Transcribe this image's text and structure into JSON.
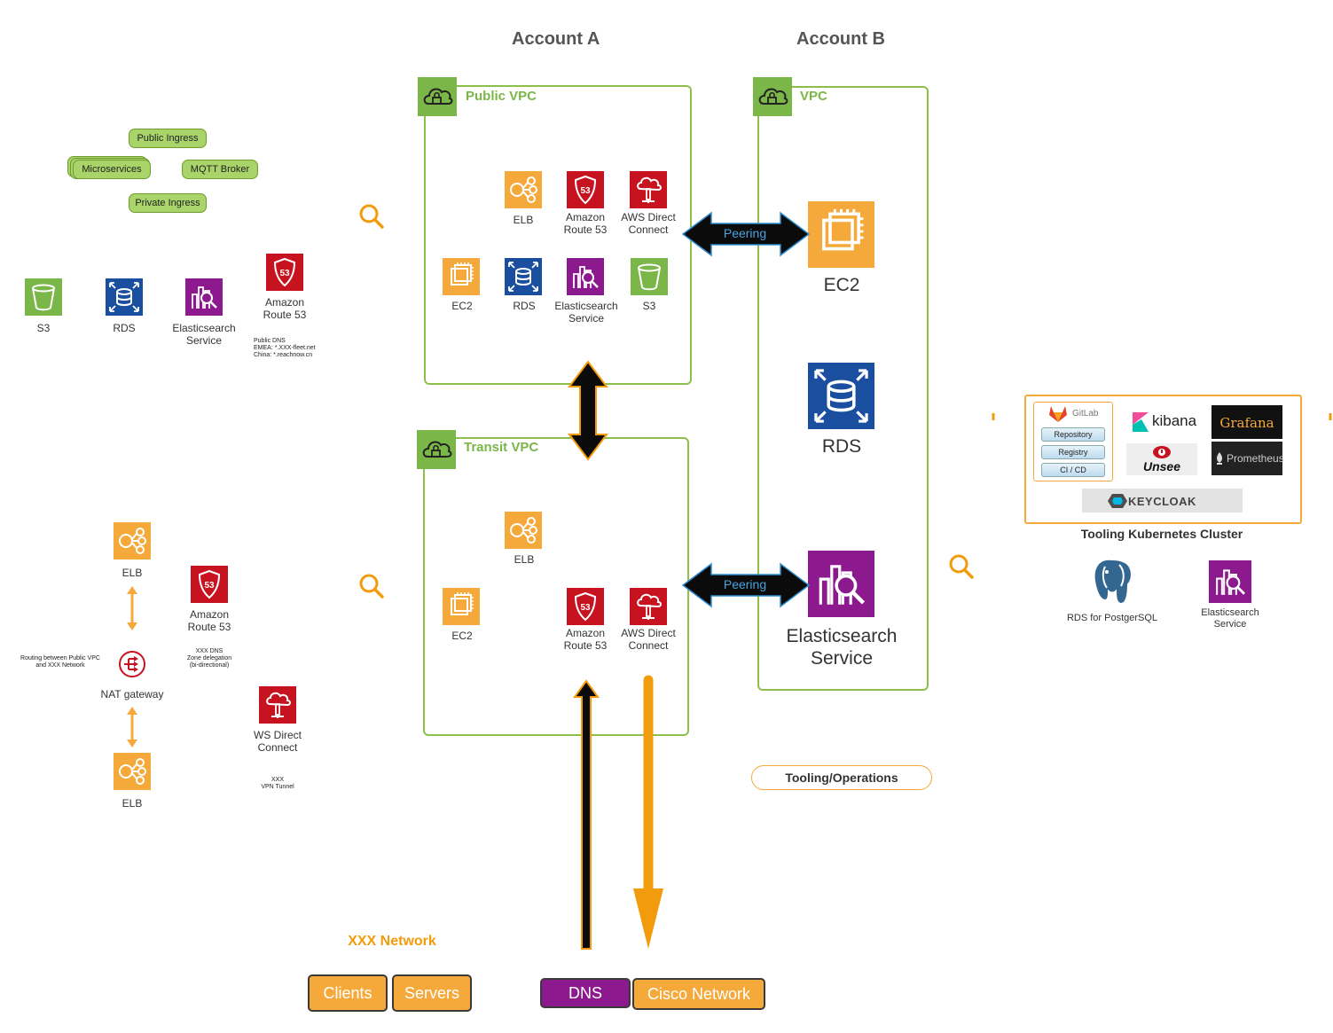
{
  "headers": {
    "account_a": "Account A",
    "account_b": "Account B"
  },
  "vpcs": {
    "public": "Public VPC",
    "transit": "Transit VPC",
    "account_b": "VPC"
  },
  "public_vpc": {
    "elb": "ELB",
    "route53_l1": "Amazon",
    "route53_l2": "Route 53",
    "dc_l1": "AWS Direct",
    "dc_l2": "Connect",
    "ec2": "EC2",
    "rds": "RDS",
    "es_l1": "Elasticsearch",
    "es_l2": "Service",
    "s3": "S3"
  },
  "transit_vpc": {
    "elb": "ELB",
    "ec2": "EC2",
    "route53_l1": "Amazon",
    "route53_l2": "Route 53",
    "dc_l1": "AWS Direct",
    "dc_l2": "Connect"
  },
  "account_b": {
    "ec2": "EC2",
    "rds": "RDS",
    "es_l1": "Elasticsearch",
    "es_l2": "Service"
  },
  "peering": {
    "top": "Peering",
    "bottom": "Peering"
  },
  "left_top": {
    "public_ingress": "Public Ingress",
    "microservices": "Microservices",
    "mqtt": "MQTT Broker",
    "private_ingress": "Private Ingress",
    "s3": "S3",
    "rds": "RDS",
    "es_l1": "Elasticsearch",
    "es_l2": "Service",
    "route53_l1": "Amazon",
    "route53_l2": "Route 53",
    "dns_note_1": "Public DNS",
    "dns_note_2": "EMEA: *.XXX-fleet.net",
    "dns_note_3": "China: *.reachnow.cn"
  },
  "left_bottom": {
    "elb_top": "ELB",
    "route53_l1": "Amazon",
    "route53_l2": "Route 53",
    "zone_note_1": "XXX DNS",
    "zone_note_2": "Zone delegation",
    "zone_note_3": "(bi-directional)",
    "routing_note_1": "Routing between Public VPC",
    "routing_note_2": "and XXX Network",
    "nat": "NAT gateway",
    "dc_l1": "WS Direct",
    "dc_l2": "Connect",
    "vpn_note_1": "XXX",
    "vpn_note_2": "VPN Tunnel",
    "elb_bottom": "ELB"
  },
  "tooling": {
    "gitlab": "GitLab",
    "repository": "Repository",
    "registry": "Registry",
    "cicd": "CI / CD",
    "kibana": "kibana",
    "grafana": "Grafana",
    "unsee": "Unsee",
    "prometheus": "Prometheus",
    "keycloak": "KEYCLOAK",
    "cluster_title": "Tooling Kubernetes Cluster",
    "rds_pg": "RDS for PostgerSQL",
    "es_l1": "Elasticsearch",
    "es_l2": "Service",
    "ops_pill": "Tooling/Operations"
  },
  "network": {
    "title": "XXX Network",
    "clients": "Clients",
    "servers": "Servers",
    "dns": "DNS",
    "cisco": "Cisco Network"
  },
  "colors": {
    "vpc_green": "#7ab648",
    "elb_orange": "#f5a93b",
    "route53_red": "#c7131f",
    "rds_blue": "#1a4fa0",
    "es_purple": "#8c1a8e",
    "s3_green": "#7ab648",
    "arrow_orange": "#f29b0c"
  }
}
